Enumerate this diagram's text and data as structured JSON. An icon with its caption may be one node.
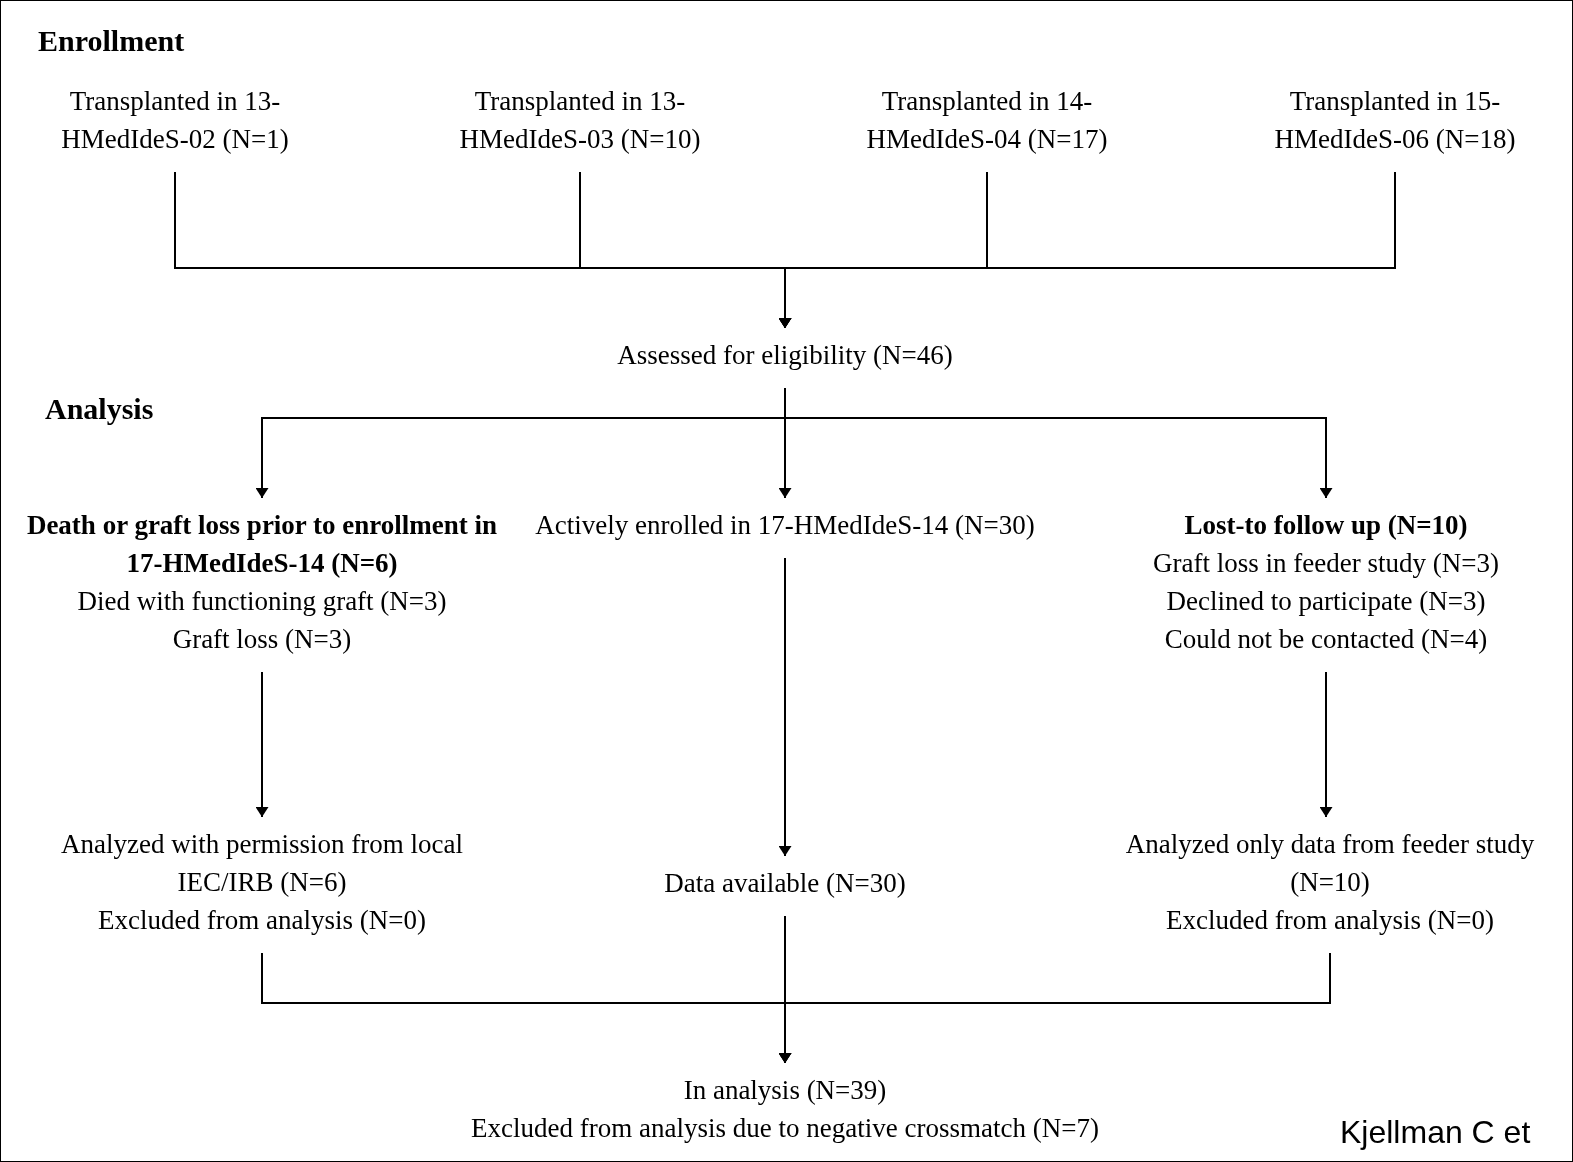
{
  "diagram": {
    "nodes": [
      {
        "text": [
          "Transplanted in 13-HMedIdeS-02 (N=1)"
        ]
      },
      {
        "text": [
          "Transplanted in 13-HMedIdeS-03 (N=10)"
        ]
      },
      {
        "text": [
          "Transplanted in 14-HMedIdeS-04 (N=17)"
        ]
      },
      {
        "text": [
          "Transplanted in 15-HMedIdeS-06 (N=18)"
        ]
      },
      {
        "text": [
          "Assessed for eligibility (N=46)"
        ]
      },
      {
        "text": [
          "Death or graft loss prior to enrollment in 17-HMedIdeS-14 (N=6)",
          "Died with functioning graft (N=3)",
          "Graft loss (N=3)"
        ]
      },
      {
        "text": [
          "Actively enrolled in 17-HMedIdeS-14 (N=30)"
        ]
      },
      {
        "text": [
          "Lost-to follow up (N=10)",
          "Graft loss in feeder study (N=3)",
          "Declined to participate (N=3)",
          "Could not be contacted (N=4)"
        ]
      },
      {
        "text": [
          "Analyzed with permission from local IEC/IRB (N=6)",
          "Excluded from analysis (N=0)"
        ]
      },
      {
        "text": [
          "Data available (N=30)"
        ]
      },
      {
        "text": [
          "Analyzed only data from feeder study (N=10)",
          "Excluded from analysis (N=0)"
        ]
      },
      {
        "text": [
          "In analysis (N=39)",
          "Excluded from analysis due to negative crossmatch (N=7)"
        ]
      }
    ],
    "edges": [
      {
        "from": 0,
        "to": 4,
        "arrow": "to"
      },
      {
        "from": 1,
        "to": 4,
        "arrow": "to"
      },
      {
        "from": 2,
        "to": 4,
        "arrow": "to"
      },
      {
        "from": 3,
        "to": 4,
        "arrow": "to"
      },
      {
        "from": 4,
        "to": 5,
        "arrow": "to"
      },
      {
        "from": 4,
        "to": 6,
        "arrow": "to"
      },
      {
        "from": 4,
        "to": 7,
        "arrow": "to"
      },
      {
        "from": 5,
        "to": 8,
        "arrow": "to"
      },
      {
        "from": 6,
        "to": 9,
        "arrow": "to"
      },
      {
        "from": 7,
        "to": 10,
        "arrow": "to"
      },
      {
        "from": 8,
        "to": 11,
        "arrow": "to"
      },
      {
        "from": 9,
        "to": 11,
        "arrow": "to"
      },
      {
        "from": 10,
        "to": 11,
        "arrow": "to"
      }
    ],
    "labels": [
      "Enrollment",
      "Analysis",
      "Kjellman C et"
    ]
  }
}
